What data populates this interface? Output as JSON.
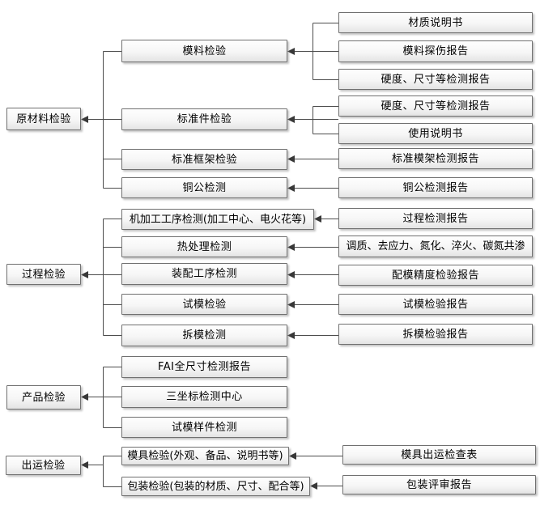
{
  "diagram": {
    "stages": {
      "raw_material": "原材料检验",
      "process": "过程检验",
      "product": "产品检验",
      "shipment": "出运检验"
    },
    "inspections": {
      "mold_material": "模料检验",
      "standard_parts": "标准件检验",
      "standard_frame": "标准框架检验",
      "copper_electrode": "铜公检测",
      "machining": "机加工工序检测(加工中心、电火花等)",
      "heat_treatment": "热处理检测",
      "assembly": "装配工序检测",
      "mold_trial": "试模检验",
      "mold_removal": "拆模检测",
      "fai_full_dimension": "FAI全尺寸检测报告",
      "cmm_center": "三坐标检测中心",
      "trial_sample": "试模样件检测",
      "mold_final": "模具检验(外观、备品、说明书等)",
      "packaging": "包装检验(包装的材质、尺寸、配合等)"
    },
    "documents": {
      "material_spec": "材质说明书",
      "flaw_report": "模料探伤报告",
      "hardness_report_1": "硬度、尺寸等检测报告",
      "hardness_report_2": "硬度、尺寸等检测报告",
      "user_manual": "使用说明书",
      "frame_report": "标准模架检测报告",
      "copper_report": "铜公检测报告",
      "process_report": "过程检测报告",
      "heat_treatment_methods": "调质、去应力、氮化、淬火、碳氮共渗",
      "fit_precision_report": "配模精度检验报告",
      "trial_report": "试模检验报告",
      "removal_report": "拆模检验报告",
      "shipment_checklist": "模具出运检查表",
      "packaging_review_report": "包装评审报告"
    },
    "colors": {
      "box_border": "#707070",
      "box_fill_top": "#fefefe",
      "box_fill_bottom": "#e4e4e4",
      "connector_line": "#4d4d4d",
      "arrow_head": "#383838",
      "text": "#000000"
    }
  }
}
